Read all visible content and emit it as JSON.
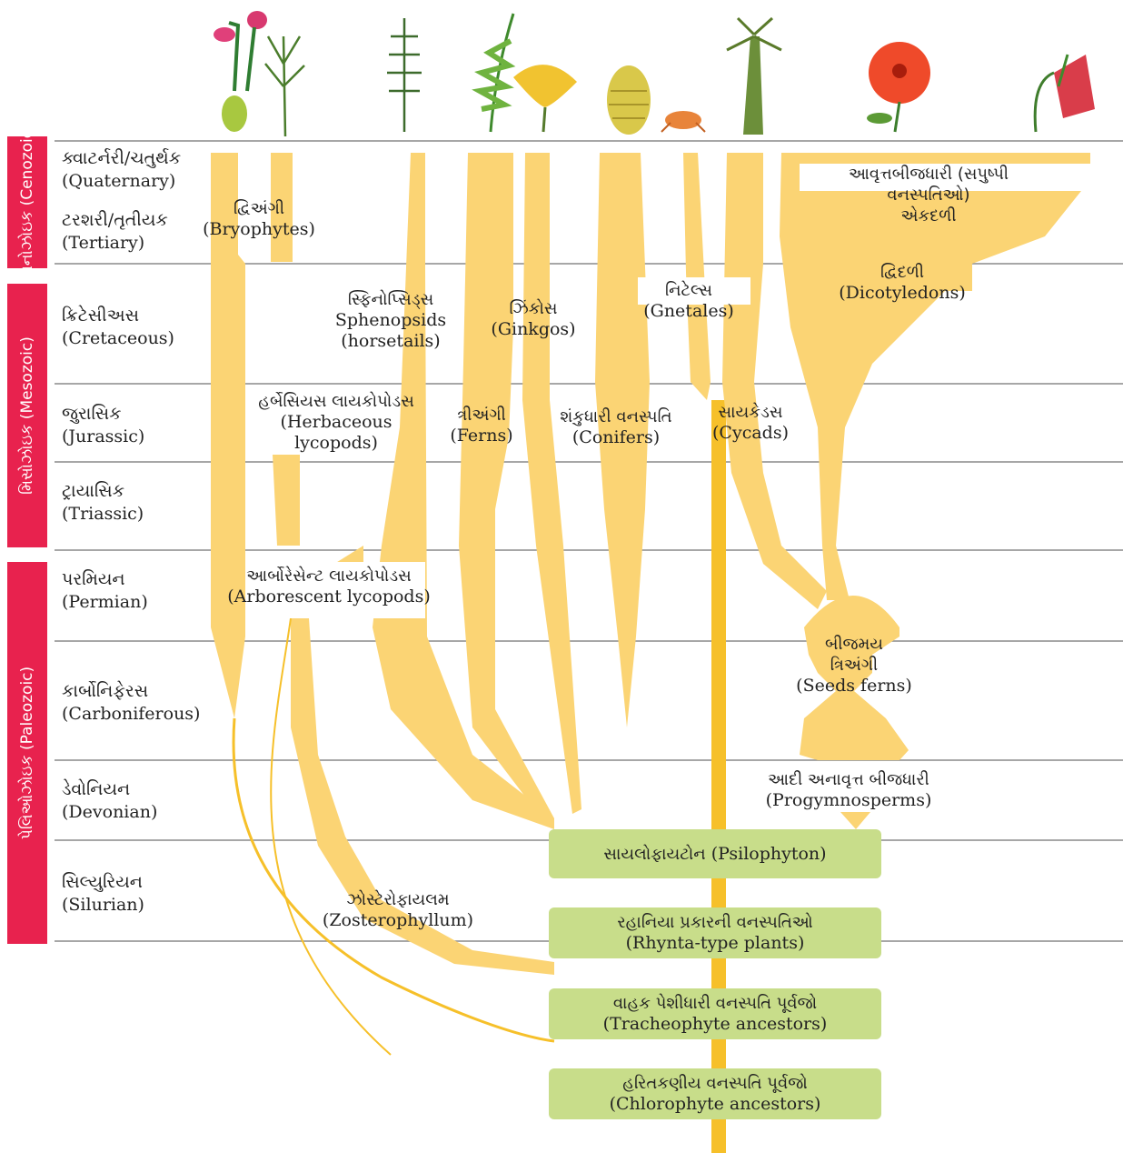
{
  "eras": [
    {
      "label": "સિનોઝોઇક (Cenozoic)"
    },
    {
      "label": "મિસોઝોઇક (Mesozoic)"
    },
    {
      "label": "પેલિઓઝોઇક (Paleozoic)"
    }
  ],
  "periods": [
    {
      "gu": "ક્વાટર્નરી/ચતુર્થક",
      "en": "(Quaternary)"
    },
    {
      "gu": "ટરશરી/તૃતીયક",
      "en": "(Tertiary)"
    },
    {
      "gu": "ક્રિટેસીઅસ",
      "en": "(Cretaceous)"
    },
    {
      "gu": "જુરાસિક",
      "en": "(Jurassic)"
    },
    {
      "gu": "ટ્રાયાસિક",
      "en": "(Triassic)"
    },
    {
      "gu": "પરમિયન",
      "en": "(Permian)"
    },
    {
      "gu": "કાર્બોનિફેરસ",
      "en": "(Carboniferous)"
    },
    {
      "gu": "ડેવોનિયન",
      "en": "(Devonian)"
    },
    {
      "gu": "સિલ્યુરિયન",
      "en": "(Silurian)"
    }
  ],
  "groups": {
    "bryophytes": {
      "gu": "દ્વિઅંગી",
      "en": "(Bryophytes)"
    },
    "sphenopsids": {
      "gu": "સ્ફિનોપ્સિડ્સ",
      "en": "Sphenopsids",
      "en2": "(horsetails)"
    },
    "ginkgos": {
      "gu": "ઝિંકોસ",
      "en": "(Ginkgos)"
    },
    "gnetales": {
      "gu": "નિટેલ્સ",
      "en": "(Gnetales)"
    },
    "angiosperms": {
      "gu": "આવૃત્તબીજધારી (સપુષ્પી",
      "gu2": "વનસ્પતિઓ)",
      "gu3": "એકદળી"
    },
    "dicotyledons": {
      "gu": "દ્વિદળી",
      "en": "(Dicotyledons)"
    },
    "herbaceous_lycopods": {
      "gu": "હર્બેસિયસ લાયકોપોડસ",
      "en": "(Herbaceous",
      "en2": "lycopods)"
    },
    "ferns": {
      "gu": "ત્રીઅંગી",
      "en": "(Ferns)"
    },
    "conifers": {
      "gu": "શંકુધારી વનસ્પતિ",
      "en": "(Conifers)"
    },
    "cycads": {
      "gu": "સાયકેડસ",
      "en": "(Cycads)"
    },
    "arborescent_lycopods": {
      "gu": "આર્બોરેસેન્ટ લાયકોપોડસ",
      "en": "(Arborescent lycopods)"
    },
    "seed_ferns": {
      "gu": "બીજમય",
      "gu2": "ત્રિઅંગી",
      "en": "(Seeds ferns)"
    },
    "progymnosperms": {
      "gu": "આદી અનાવૃત્ત બીજધારી",
      "en": "(Progymnosperms)"
    },
    "zosterophyllum": {
      "gu": "ઝોસ્ટેરોફાયલમ",
      "en": "(Zosterophyllum)"
    }
  },
  "ancestors": [
    {
      "gu": "સાયલોફાયટોન",
      "en": "(Psilophyton)"
    },
    {
      "gu": "રહાનિયા પ્રકારની વનસ્પતિઓ",
      "en": "(Rhynta-type plants)"
    },
    {
      "gu": "વાહક પેશીધારી વનસ્પતિ પૂર્વજો",
      "en": "(Tracheophyte ancestors)"
    },
    {
      "gu": "હરિતકણીય વનસ્પતિ પૂર્વજો",
      "en": "(Chlorophyte ancestors)"
    }
  ],
  "colors": {
    "branch": "#fbd474",
    "branch_dark": "#f6c02a",
    "era_bar": "#e8224e",
    "ancestor_box": "#c8dd8a",
    "grid": "#888888"
  },
  "icons": [
    "moss-icon",
    "psilotum-icon",
    "horsetail-icon",
    "fern-icon",
    "ginkgo-leaf-icon",
    "conifer-cone-icon",
    "gnetum-icon",
    "cycad-icon",
    "flower-icon",
    "lily-flower-icon"
  ]
}
